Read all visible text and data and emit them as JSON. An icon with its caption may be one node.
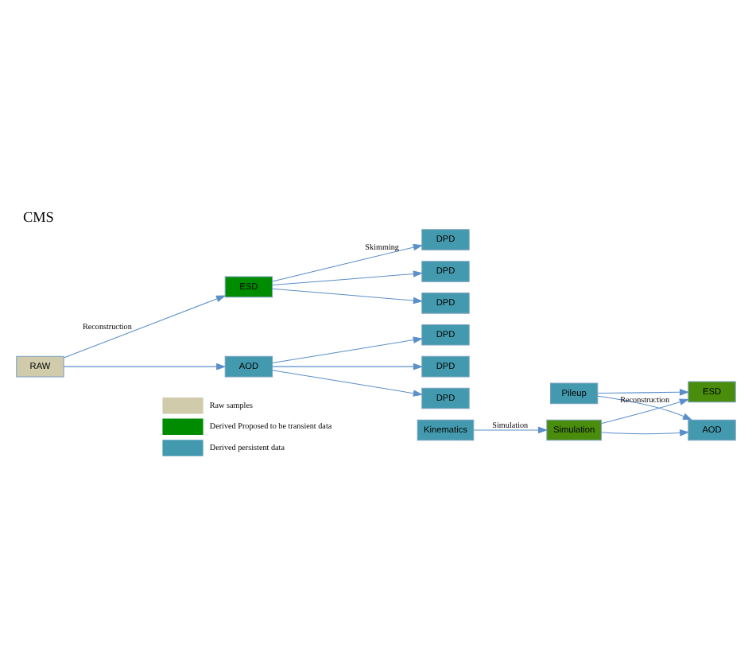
{
  "diagram": {
    "title": "CMS",
    "nodes": [
      {
        "text": [
          "RAW"
        ]
      },
      {
        "text": [
          "ESD"
        ]
      },
      {
        "text": [
          "AOD"
        ]
      },
      {
        "text": [
          "DPD"
        ]
      },
      {
        "text": [
          "DPD"
        ]
      },
      {
        "text": [
          "DPD"
        ]
      },
      {
        "text": [
          "DPD"
        ]
      },
      {
        "text": [
          "DPD"
        ]
      },
      {
        "text": [
          "DPD"
        ]
      },
      {
        "text": [
          "Pileup"
        ]
      },
      {
        "text": [
          "Kinematics"
        ]
      },
      {
        "text": [
          "Simulation"
        ]
      },
      {
        "text": [
          "ESD"
        ]
      },
      {
        "text": [
          "AOD"
        ]
      }
    ],
    "edges": [
      {
        "from": 0,
        "to": 1,
        "arrow": "to",
        "label": "Reconstruction"
      },
      {
        "from": 0,
        "to": 2,
        "arrow": "to"
      },
      {
        "from": 1,
        "to": 3,
        "arrow": "to",
        "label": "Skimming"
      },
      {
        "from": 1,
        "to": 4,
        "arrow": "to"
      },
      {
        "from": 1,
        "to": 5,
        "arrow": "to"
      },
      {
        "from": 2,
        "to": 6,
        "arrow": "to"
      },
      {
        "from": 2,
        "to": 7,
        "arrow": "to"
      },
      {
        "from": 2,
        "to": 8,
        "arrow": "to"
      },
      {
        "from": 10,
        "to": 11,
        "arrow": "to",
        "label": "Simulation"
      },
      {
        "from": 11,
        "to": 12,
        "arrow": "to",
        "label": "Reconstruction"
      },
      {
        "from": 11,
        "to": 13,
        "arrow": "to"
      },
      {
        "from": 9,
        "to": 12,
        "arrow": "to"
      },
      {
        "from": 9,
        "to": 13,
        "arrow": "to"
      }
    ],
    "legend": [
      {
        "text": "Raw samples",
        "color": "#d0cbab"
      },
      {
        "text": "Derived Proposed to be transient data",
        "color": "#008c00"
      },
      {
        "text": "Derived persistent data",
        "color": "#439aae"
      }
    ]
  }
}
